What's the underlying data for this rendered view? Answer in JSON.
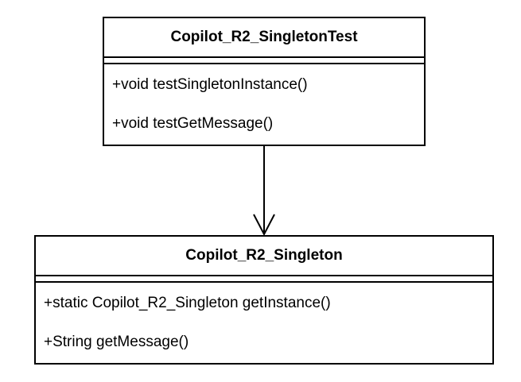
{
  "classes": {
    "test": {
      "name": "Copilot_R2_SingletonTest",
      "methods": [
        "+void testSingletonInstance()",
        "+void testGetMessage()"
      ]
    },
    "singleton": {
      "name": "Copilot_R2_Singleton",
      "methods": [
        "+static Copilot_R2_Singleton getInstance()",
        "+String getMessage()"
      ]
    }
  },
  "colors": {
    "stroke": "#000000",
    "fill": "#ffffff"
  }
}
